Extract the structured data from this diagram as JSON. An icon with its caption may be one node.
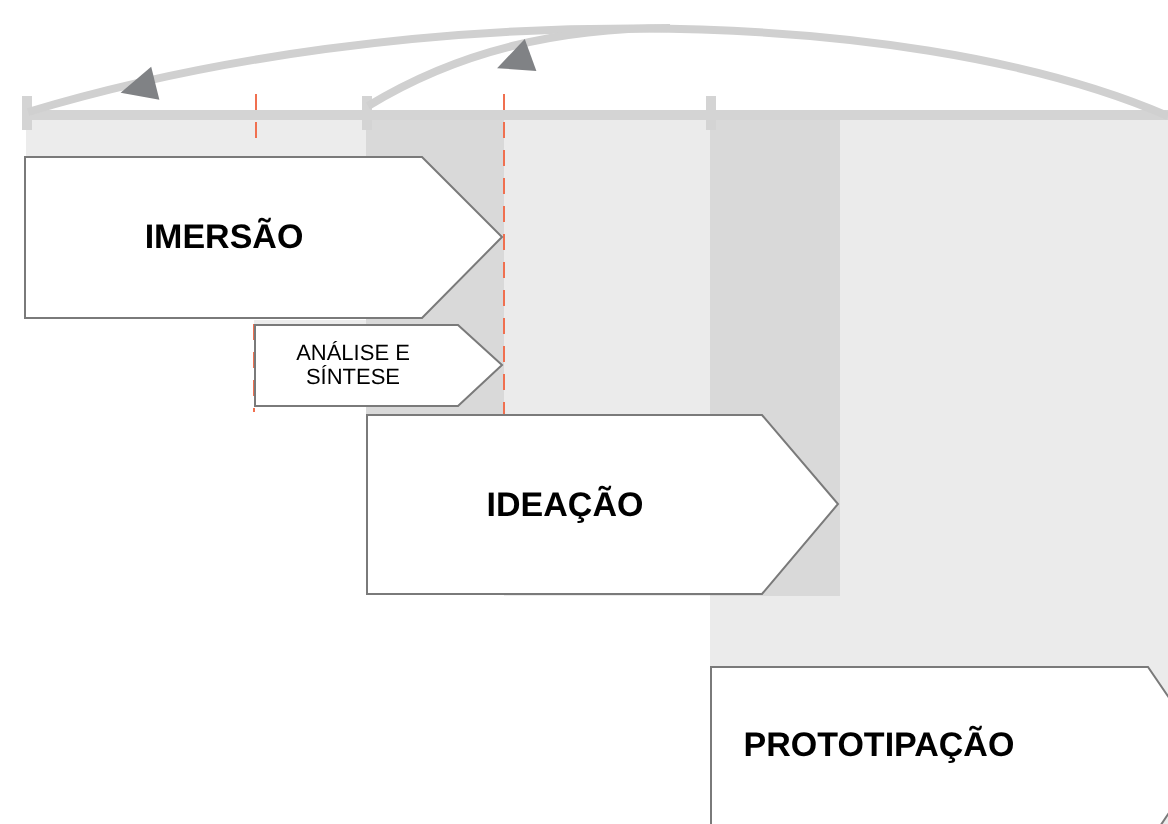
{
  "diagram": {
    "nodes": [
      {
        "text": [
          "IMERSÃO"
        ]
      },
      {
        "text": [
          "ANÁLISE E SÍNTESE"
        ]
      },
      {
        "text": [
          "IDEAÇÃO"
        ]
      },
      {
        "text": [
          "PROTOTIPAÇÃO"
        ]
      }
    ]
  }
}
